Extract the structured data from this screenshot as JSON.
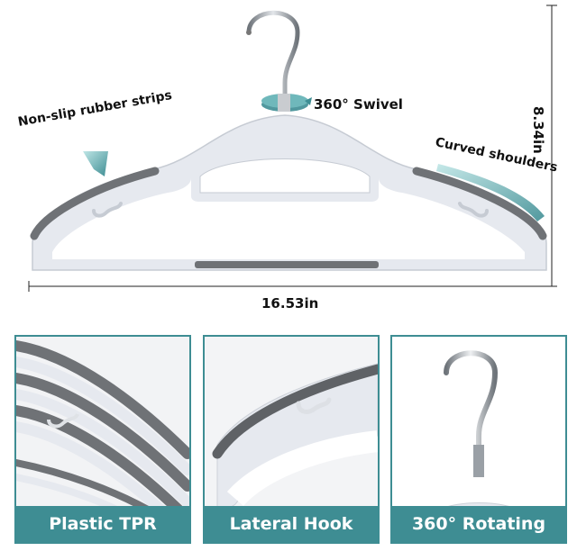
{
  "callouts": {
    "swivel": "360° Swivel",
    "nonslip": "Non-slip rubber strips",
    "curved": "Curved shoulders"
  },
  "dimensions": {
    "height": "8.34in",
    "width": "16.53in"
  },
  "panels": [
    {
      "label": "Plastic TPR"
    },
    {
      "label": "Lateral Hook"
    },
    {
      "label": "360° Rotating"
    }
  ],
  "colors": {
    "accent": "#3e8d93",
    "hanger_body": "#e6e9ef",
    "rubber_strip": "#6f7276",
    "hook_metal": "#9aa0a6"
  }
}
